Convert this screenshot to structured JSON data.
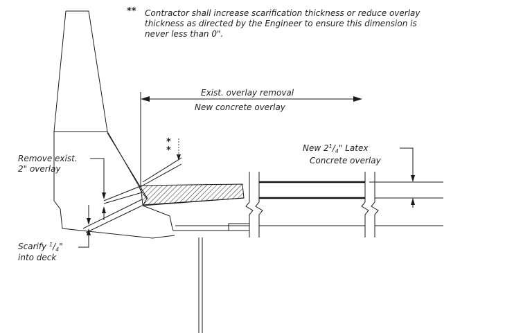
{
  "note": {
    "stars": "**",
    "line1": "Contractor shall increase scarification thickness or reduce overlay",
    "line2": "thickness as directed by the Engineer to ensure this dimension is",
    "line3": "never less than 0\"."
  },
  "labels": {
    "removal_top": "Exist. overlay removal",
    "removal_bottom": "New concrete overlay",
    "remove_line1": "Remove exist.",
    "remove_line2": "2\" overlay",
    "latex_line1_pre": "New 2",
    "latex_frac_num": "1",
    "latex_frac_den": "4",
    "latex_line1_post": "\" Latex",
    "latex_line2": "Concrete overlay",
    "scarify_line1_pre": "Scarify ",
    "scarify_frac_num": "1",
    "scarify_frac_den": "4",
    "scarify_line1_post": "\"",
    "scarify_line2": "into deck",
    "dim_star_1": "*",
    "dim_star_2": "*"
  },
  "colors": {
    "ink": "#1a1a1a",
    "background": "#ffffff"
  }
}
